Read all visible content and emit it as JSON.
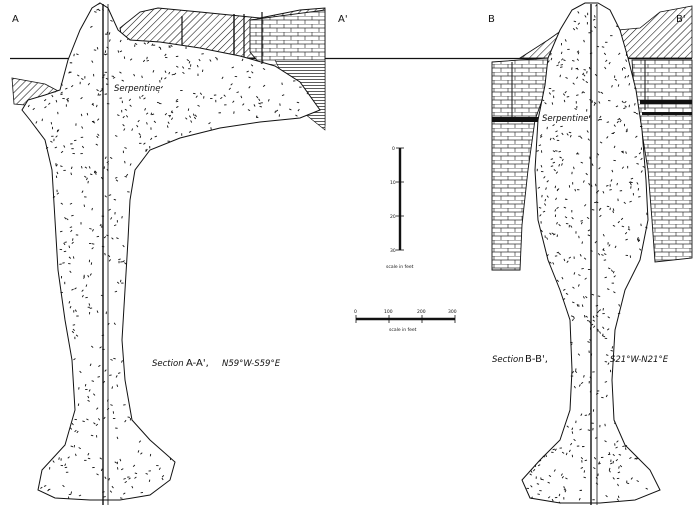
{
  "corner_labels": {
    "a": "A",
    "a_prime": "A'",
    "b": "B",
    "b_prime": "B'"
  },
  "rock_labels": {
    "left": "Serpentine",
    "right": "Serpentine"
  },
  "section_captions": {
    "left_prefix": "Section",
    "left_id": "A-A',",
    "left_bearing": "N59°W-S59°E",
    "right_prefix": "Section",
    "right_id": "B-B',",
    "right_bearing": "S21°W-N21°E"
  },
  "vertical_scale": {
    "ticks": [
      "0",
      "10",
      "20",
      "30"
    ],
    "label": "scale in feet"
  },
  "horizontal_scale": {
    "ticks": [
      "0",
      "100",
      "200",
      "300"
    ],
    "label": "scale in feet"
  },
  "colors": {
    "ink": "#111111",
    "paper": "#ffffff"
  }
}
